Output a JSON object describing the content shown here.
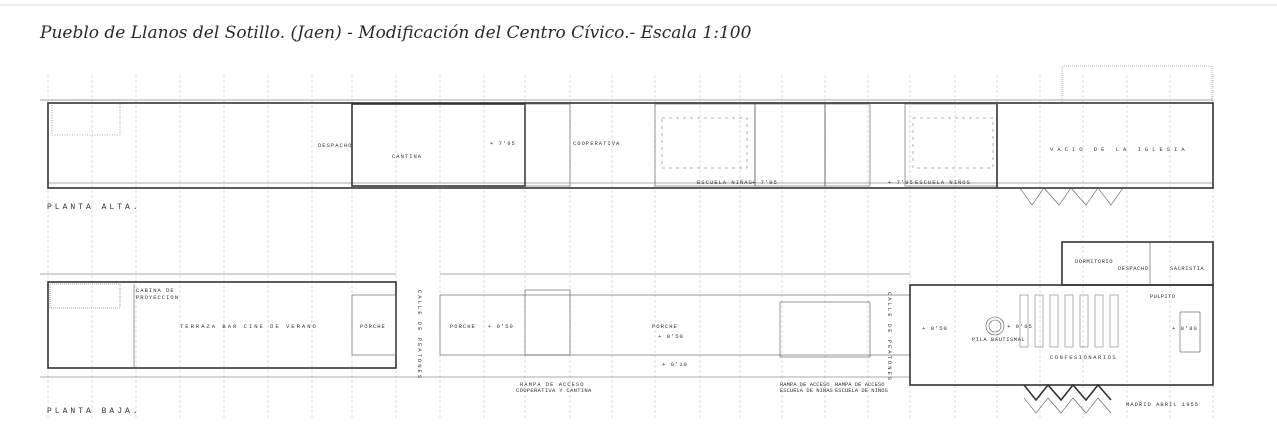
{
  "title": "Pueblo de Llanos del Sotillo. (Jaen) - Modificación del Centro Cívico.- Escala 1:100",
  "upper_plan": {
    "name": "PLANTA ALTA.",
    "labels": {
      "despacho": "DESPACHO",
      "cantina": "CANTINA",
      "level_cantina": "+ 7'95",
      "cooperativa": "COOPERATIVA",
      "escuela_ninas": "ESCUELA NIÑAS",
      "level_ninas": "+ 7'95",
      "level_ninos": "+ 7'95",
      "escuela_ninos": "ESCUELA NIÑOS",
      "vacio_iglesia": "VACIO DE LA IGLESIA"
    }
  },
  "lower_plan": {
    "name": "PLANTA BAJA.",
    "labels": {
      "cabina_1": "CABINA DE",
      "cabina_2": "PROYECCION",
      "terraza": "TERRAZA BAR CINE DE VERANO",
      "porche_1": "PORCHE",
      "calle_1": "CALLE DE PEATONES",
      "porche_2": "PORCHE",
      "level_porche_2": "+ 0'50",
      "porche_3": "PORCHE",
      "level_porche_3": "+ 0'50",
      "level_010": "+ 0'10",
      "rampa_coop_1": "RAMPA DE ACCESO",
      "rampa_coop_2": "COOPERATIVA Y CANTINA",
      "rampa_ninas_1": "RAMPA DE ACCESO",
      "rampa_ninas_2": "ESCUELA DE NIÑAS",
      "rampa_ninos_1": "RAMPA DE ACCESO",
      "rampa_ninos_2": "ESCUELA DE NIÑOS",
      "calle_2": "CALLE DE PEATONES",
      "level_iglesia": "+ 0'50",
      "pila": "PILA BAUTISMAL",
      "level_pila": "+ 0'65",
      "confesionarios": "CONFESIONARIOS",
      "pulpito": "PULPITO",
      "level_altar": "+ 0'80",
      "dormitorio": "DORMITORIO",
      "despacho": "DESPACHO",
      "sacristia": "SACRISTIA",
      "firma": "MADRID ABRIL 1955"
    }
  }
}
